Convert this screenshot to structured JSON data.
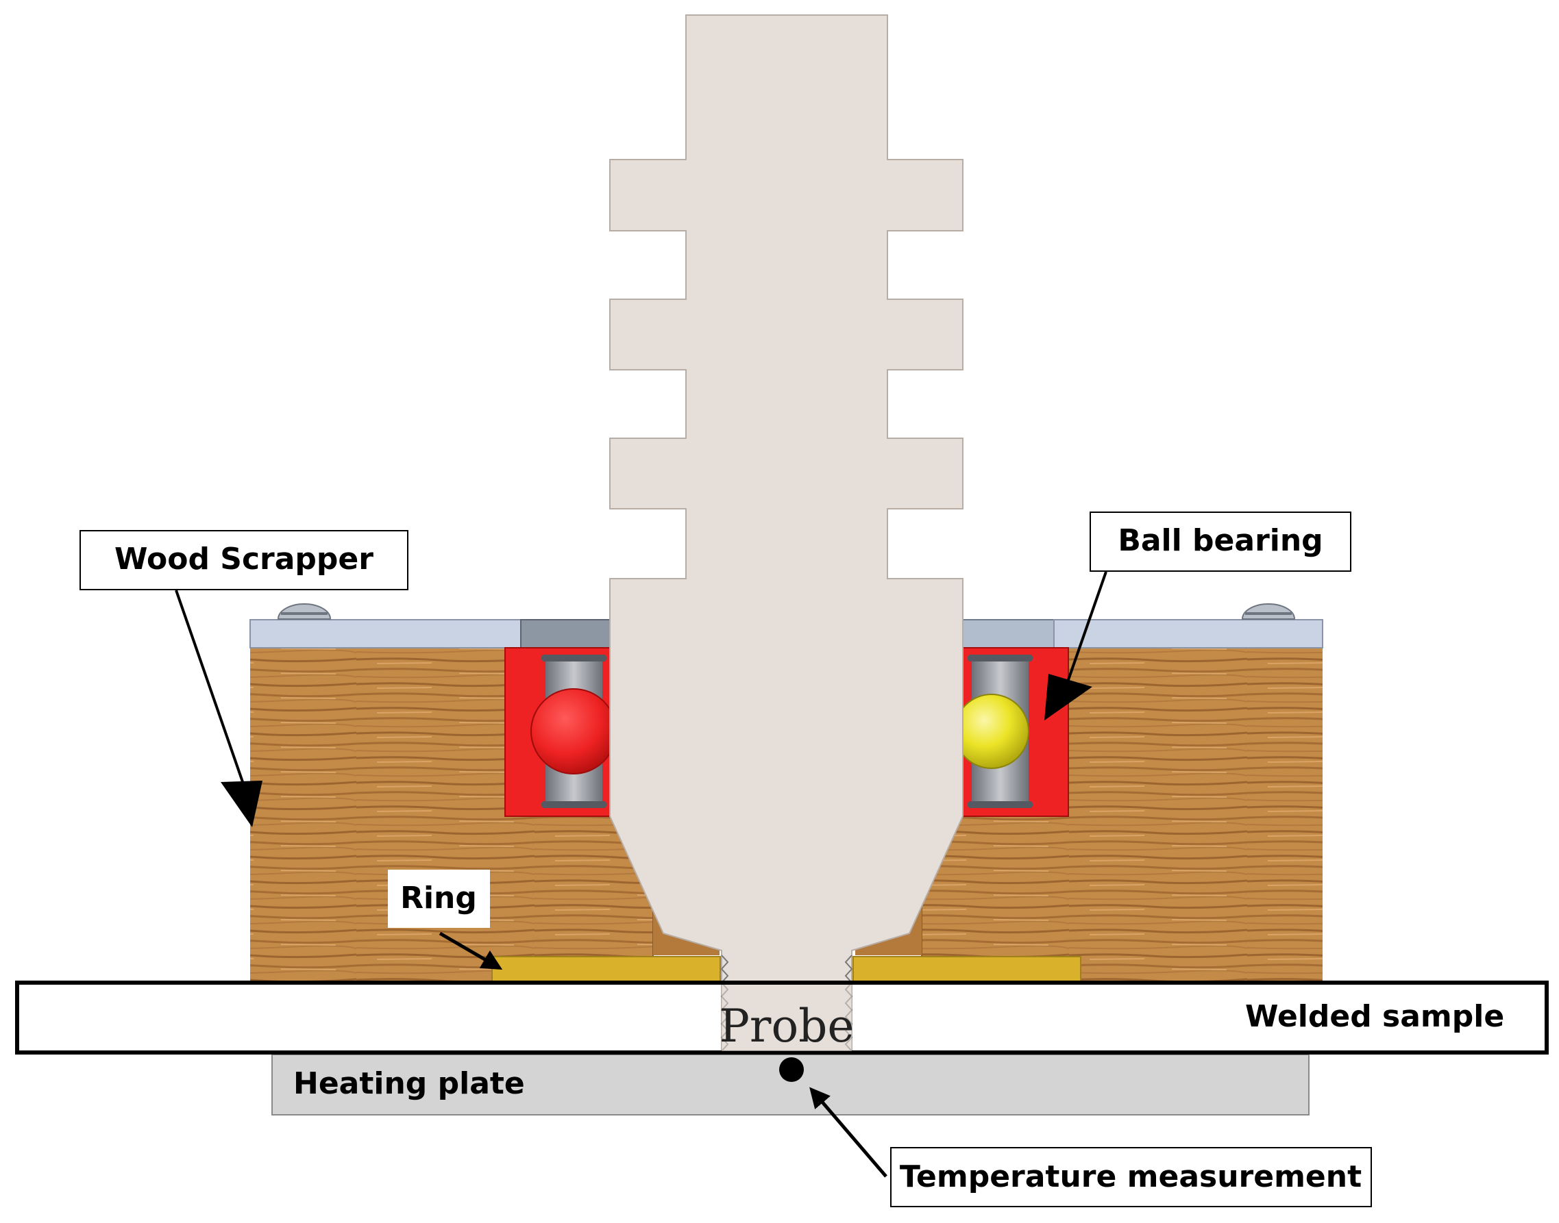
{
  "labels": {
    "wood_scrapper": "Wood Scrapper",
    "ball_bearing": "Ball bearing",
    "ring": "Ring",
    "welded_sample": "Welded sample",
    "probe": "Probe",
    "heating_plate": "Heating plate",
    "temperature_measurement": "Temperature measurement"
  },
  "colors": {
    "wood": "#c48a47",
    "wood_dark": "#9f6a33",
    "plate_blue": "#c9d3e3",
    "tool": "#e6dfd9",
    "bearing_red": "#ee2222",
    "ball_left": "#ee2222",
    "ball_right": "#e8e020",
    "bearing_race": "#8c8f96",
    "ring_gold": "#d9b12b",
    "heating_plate": "#d4d4d4",
    "screw": "#b9c0ca"
  }
}
